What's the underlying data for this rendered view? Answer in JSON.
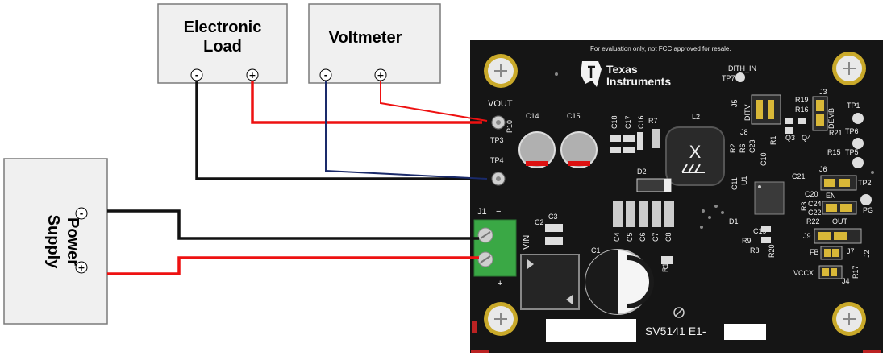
{
  "blocks": {
    "load": {
      "title_line1": "Electronic",
      "title_line2": "Load",
      "minus": "-",
      "plus": "+"
    },
    "voltmeter": {
      "title": "Voltmeter",
      "minus": "-",
      "plus": "+"
    },
    "power_supply": {
      "title_line1": "Power",
      "title_line2": "Supply",
      "minus": "-",
      "plus": "+"
    }
  },
  "board": {
    "note": "For evaluation only, not FCC approved for resale.",
    "brand_line1": "Texas",
    "brand_line2": "Instruments",
    "board_id": "SV5141 E1-",
    "labels": {
      "vout": "VOUT",
      "tp3": "TP3",
      "tp4": "TP4",
      "c14": "C14",
      "c15": "C15",
      "c18": "C18",
      "c17": "C17",
      "c16": "C16",
      "r7": "R7",
      "l2": "L2",
      "d2": "D2",
      "d1": "D1",
      "j1": "J1",
      "j1_minus": "−",
      "j1_plus": "+",
      "vin": "VIN",
      "c2": "C2",
      "c3": "C3",
      "c1": "C1",
      "r1": "R1",
      "c4": "C4",
      "c5": "C5",
      "c6": "C6",
      "c7": "C7",
      "c8": "C8",
      "dith_in": "DITH_IN",
      "tp7": "TP7",
      "j5": "J5",
      "j8": "J8",
      "j3": "J3",
      "demb": "DEMB",
      "ditv": "DITV",
      "r19": "R19",
      "r16": "R16",
      "q4": "Q4",
      "q3": "Q3",
      "r1b": "R1",
      "tp1": "TP1",
      "tp6": "TP6",
      "tp5": "TP5",
      "r21": "R21",
      "r15": "R15",
      "j6": "J6",
      "tp2": "TP2",
      "en": "EN",
      "c21": "C21",
      "c20": "C20",
      "c24": "C24",
      "c22": "C22",
      "pg": "PG",
      "out": "OUT",
      "r22": "R22",
      "j9": "J9",
      "j7": "J7",
      "j2": "J2",
      "fb": "FB",
      "vccx": "VCCX",
      "j4": "J4",
      "r17": "R17",
      "r20": "R20",
      "r8": "R8",
      "r9": "R9",
      "c19": "C19",
      "c11": "C11",
      "u1": "U1",
      "r2": "R2",
      "r6": "R6",
      "c23": "C23",
      "c10": "C10",
      "r3": "R3",
      "inductor_mark": "X"
    }
  },
  "colors": {
    "positive_wire": "#ee1111",
    "negative_wire": "#111111",
    "sense_negative_wire": "#1a2a6a",
    "board": "#151515",
    "box_fill": "#f0f0f0",
    "terminal_block": "#3aa845"
  }
}
